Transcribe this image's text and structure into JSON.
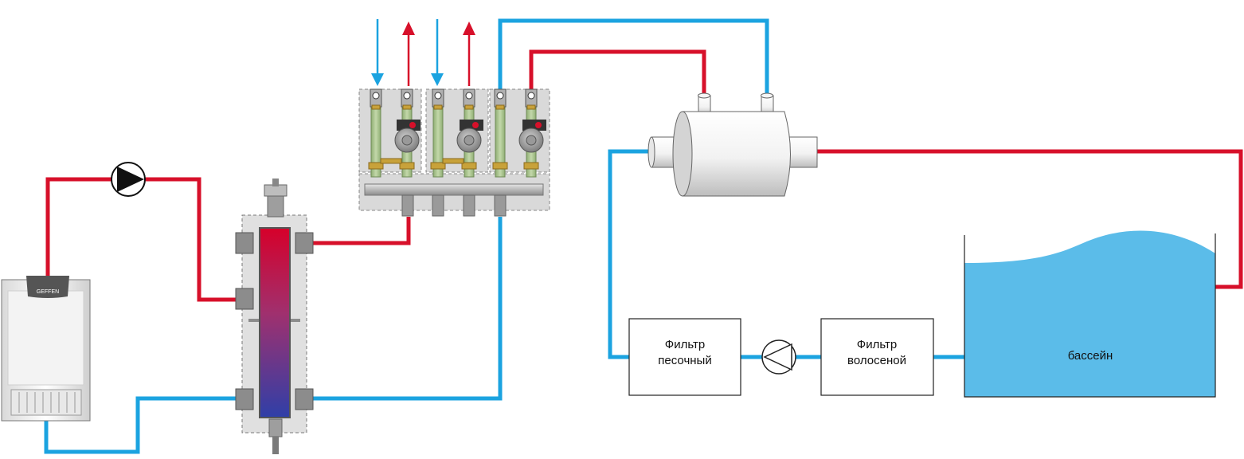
{
  "colors": {
    "hot": "#d7102a",
    "cold": "#1ba3e0",
    "water": "#5bbce9",
    "housing": "#d9d9d9",
    "metal": "#9a9a9a",
    "pipe_green": "#a9c28f",
    "brass": "#c8a23a"
  },
  "boiler": {
    "brand": "GEFFEN",
    "icon": "gas-boiler-icon"
  },
  "pump_icon": "circulation-pump-icon",
  "filters": {
    "sand_line1": "Фильтр",
    "sand_line2": "песочный",
    "hair_line1": "Фильтр",
    "hair_line2": "волосеной"
  },
  "pool": {
    "label": "бассейн"
  }
}
